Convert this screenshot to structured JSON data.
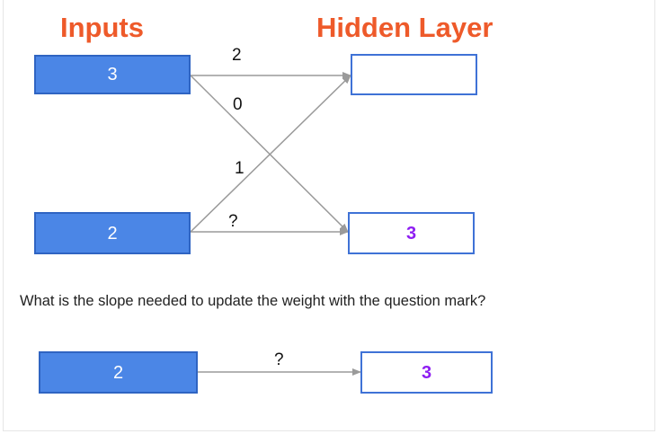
{
  "headings": {
    "inputs": "Inputs",
    "hidden": "Hidden Layer"
  },
  "inputs": {
    "top": "3",
    "bottom": "2"
  },
  "hidden": {
    "top": "",
    "bottom": "3"
  },
  "weights": {
    "top_to_top": "2",
    "top_to_bottom": "0",
    "bottom_to_top": "1",
    "bottom_to_bottom": "?"
  },
  "question": "What is the slope needed to update the weight with the question mark?",
  "subdiagram": {
    "input": "2",
    "weight": "?",
    "output": "3"
  },
  "colors": {
    "heading": "#ee5a2a",
    "input_fill": "#4b86e6",
    "node_border": "#3f72d6",
    "output_text": "#8e1ef2",
    "arrow": "#9a9a9a"
  }
}
